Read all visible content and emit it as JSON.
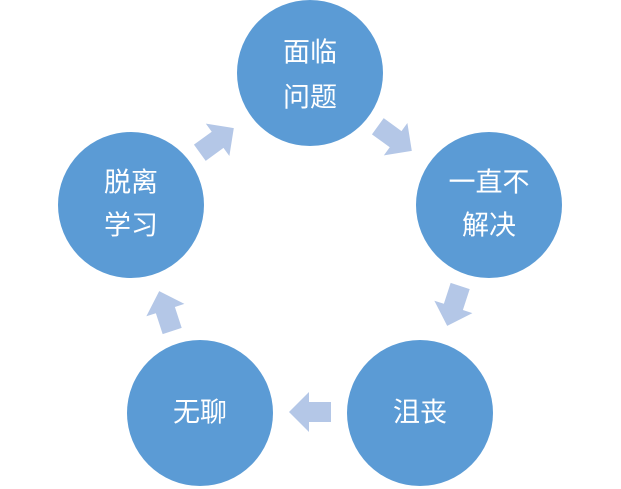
{
  "diagram": {
    "type": "cycle",
    "colors": {
      "node": "#5b9bd5",
      "arrow": "#b4c7e7",
      "text": "#ffffff"
    },
    "nodes": [
      {
        "id": "face-problem",
        "lines": [
          "面临",
          "问题"
        ]
      },
      {
        "id": "unresolved",
        "lines": [
          "一直不",
          "解决"
        ]
      },
      {
        "id": "frustrated",
        "lines": [
          "沮丧"
        ]
      },
      {
        "id": "bored",
        "lines": [
          "无聊"
        ]
      },
      {
        "id": "leave-study",
        "lines": [
          "脱离",
          "学习"
        ]
      }
    ]
  }
}
